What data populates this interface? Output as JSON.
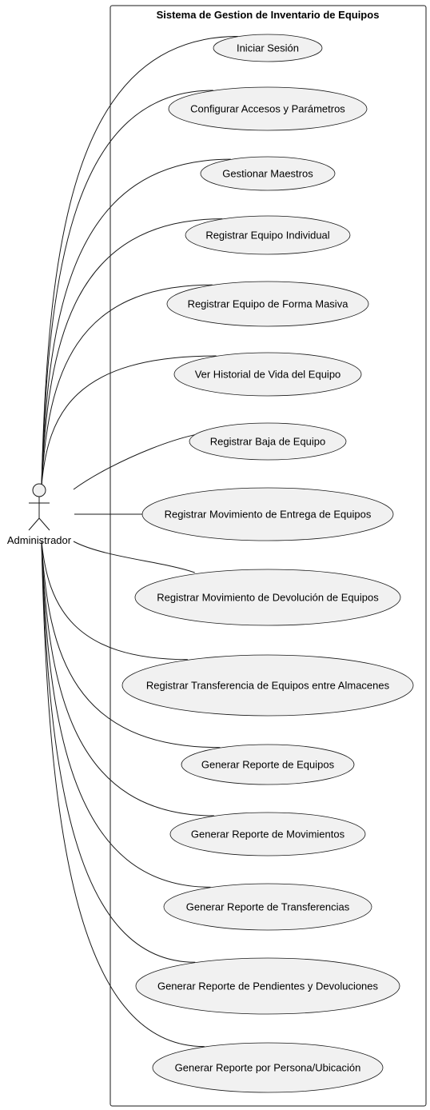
{
  "system": {
    "title": "Sistema de Gestion de Inventario de Equipos"
  },
  "actor": {
    "name": "Administrador"
  },
  "use_cases": [
    {
      "label": "Iniciar Sesión"
    },
    {
      "label": "Configurar Accesos y Parámetros"
    },
    {
      "label": "Gestionar Maestros"
    },
    {
      "label": "Registrar Equipo Individual"
    },
    {
      "label": "Registrar Equipo de Forma Masiva"
    },
    {
      "label": "Ver Historial de Vida del Equipo"
    },
    {
      "label": "Registrar Baja de Equipo"
    },
    {
      "label": "Registrar Movimiento de Entrega de Equipos"
    },
    {
      "label": "Registrar Movimiento de Devolución de Equipos"
    },
    {
      "label": "Registrar Transferencia de Equipos entre Almacenes"
    },
    {
      "label": "Generar Reporte de Equipos"
    },
    {
      "label": "Generar Reporte de Movimientos"
    },
    {
      "label": "Generar Reporte de Transferencias"
    },
    {
      "label": "Generar Reporte de Pendientes y Devoluciones"
    },
    {
      "label": "Generar Reporte por Persona/Ubicación"
    }
  ],
  "colors": {
    "ellipse_fill": "#f1f1f1",
    "ellipse_stroke": "#181818",
    "line": "#181818",
    "background": "#ffffff"
  }
}
